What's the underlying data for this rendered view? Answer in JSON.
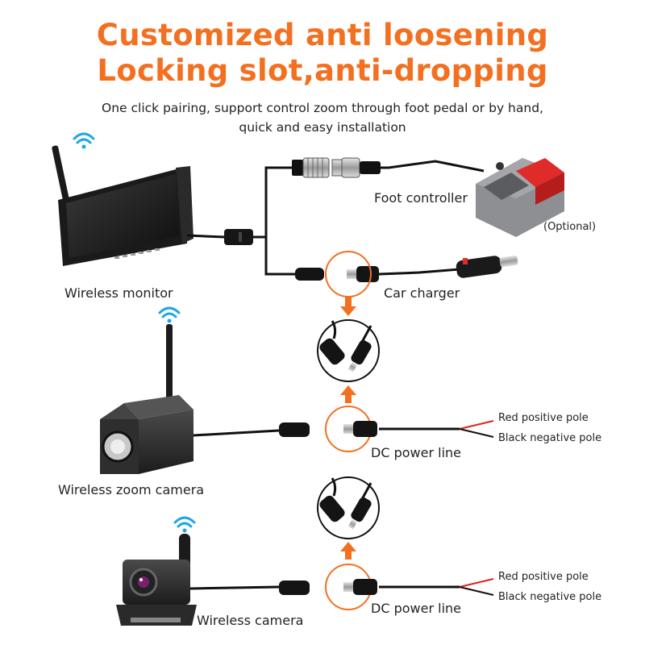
{
  "header": {
    "title_line1": "Customized anti loosening",
    "title_line2": "Locking slot,anti-dropping",
    "subtitle_line1": "One click pairing, support control zoom through foot pedal or by hand,",
    "subtitle_line2": "quick and easy installation"
  },
  "components": {
    "monitor": "Wireless monitor",
    "foot_controller": "Foot controller",
    "optional": "(Optional)",
    "car_charger": "Car charger",
    "zoom_camera": "Wireless zoom camera",
    "camera": "Wireless camera"
  },
  "power_lines": [
    {
      "label": "DC power line",
      "red": "Red positive pole",
      "black": "Black negative pole"
    },
    {
      "label": "DC power line",
      "red": "Red positive pole",
      "black": "Black negative pole"
    }
  ],
  "colors": {
    "accent": "#f37021",
    "cable": "#111111",
    "pedal_red": "#e02b2b",
    "red_wire": "#e32222"
  }
}
